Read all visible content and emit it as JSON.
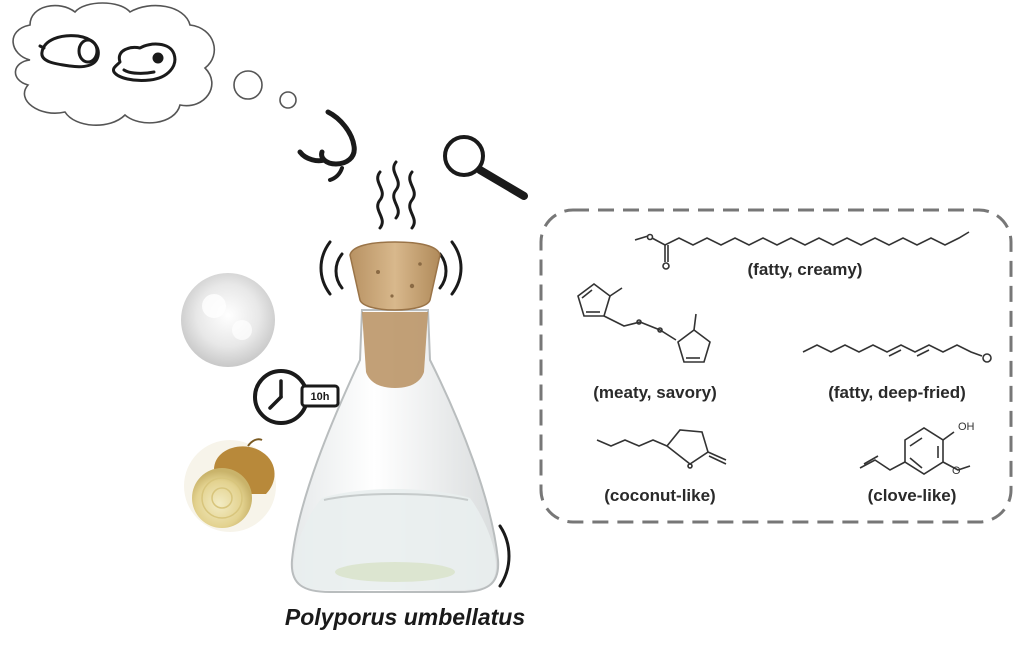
{
  "caption": "Polyporus umbellatus",
  "timer_label": "10h",
  "compounds": [
    {
      "id": "ester",
      "descriptor": "(fatty, creamy)"
    },
    {
      "id": "disulfide",
      "descriptor": "(meaty, savory)"
    },
    {
      "id": "decadienal",
      "descriptor": "(fatty, deep-fried)"
    },
    {
      "id": "lactone",
      "descriptor": "(coconut-like)"
    },
    {
      "id": "eugenol",
      "descriptor": "(clove-like)"
    }
  ],
  "atom_labels": {
    "oh": "OH",
    "o": "O"
  },
  "colors": {
    "ink": "#1a1a1a",
    "cork": "#c9a67a",
    "box_border": "#777777",
    "onion": "#e6d79a"
  },
  "icons": [
    "thought-cloud-icon",
    "sausage-icon",
    "meat-steak-icon",
    "nose-icon",
    "magnifier-icon",
    "aroma-waves-icon",
    "clock-icon",
    "mycelium-culture-icon",
    "onion-icon",
    "flask-icon"
  ]
}
